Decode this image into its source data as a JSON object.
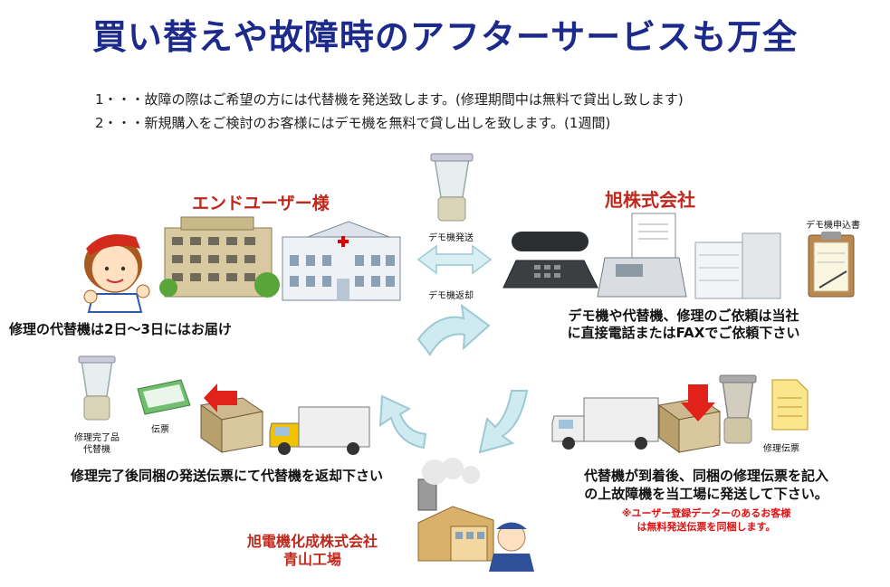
{
  "title": "買い替えや故障時のアフターサービスも万全",
  "notes": [
    "1・・・故障の際はご希望の方には代替機を発送致します。(修理期間中は無料で貸出し致します)",
    "2・・・新規購入をご検討のお客様にはデモ機を無料で貸し出しを致します。(1週間)"
  ],
  "end_user": {
    "heading": "エンドユーザー様",
    "caption": "修理の代替機は2日～3日にはお届け"
  },
  "company": {
    "heading": "旭株式会社",
    "caption_line1": "デモ機や代替機、修理のご依頼は当社",
    "caption_line2": "に直接電話またはFAXでご依頼下さい",
    "form_label": "デモ機申込書"
  },
  "exchange": {
    "ship_label": "デモ機発送",
    "return_label": "デモ機返却"
  },
  "left_lower": {
    "item1_line1": "修理完了品",
    "item1_line2": "代替機",
    "item2": "伝票",
    "caption": "修理完了後同梱の発送伝票にて代替機を返却下さい"
  },
  "right_lower": {
    "item": "修理伝票",
    "caption_line1": "代替機が到着後、同梱の修理伝票を記入",
    "caption_line2": "の上故障機を当工場に発送して下さい。",
    "note_line1": "※ユーザー登録データーのあるお客様",
    "note_line2": "は無料発送伝票を同梱します。"
  },
  "factory": {
    "name_line1": "旭電機化成株式会社",
    "name_line2": "青山工場"
  },
  "colors": {
    "title": "#1c2a8c",
    "accent_red": "#c0281c",
    "note_red": "#e01010",
    "arrow_fill": "#cfeaf0",
    "arrow_stroke": "#9cc9d3"
  }
}
